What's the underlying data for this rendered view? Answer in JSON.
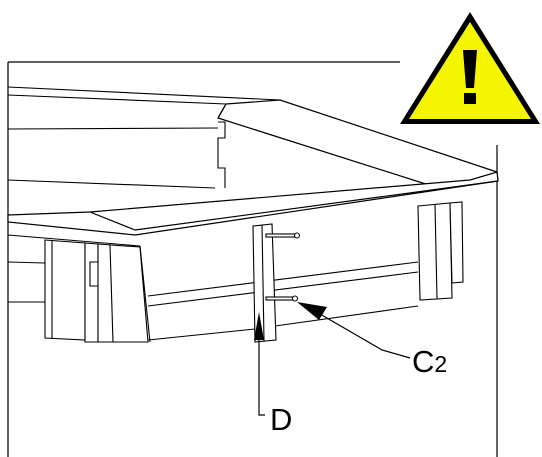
{
  "callouts": {
    "c2_main": "C",
    "c2_sub": "2",
    "d": "D"
  },
  "warning_icon": {
    "name": "warning-triangle-icon",
    "fill": "#f5f500",
    "stroke": "#000000"
  },
  "colors": {
    "line": "#000000",
    "background": "#ffffff"
  }
}
